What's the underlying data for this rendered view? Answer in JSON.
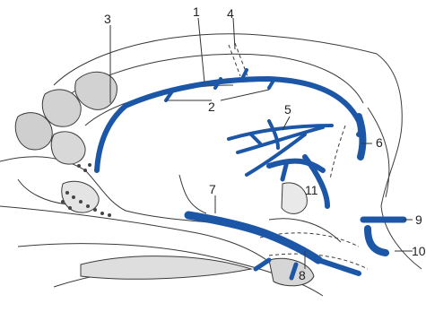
{
  "colors": {
    "vein": "#1c57a7",
    "outline": "#3a3a3a",
    "stipple": "#6a6a6a",
    "label": "#222222"
  },
  "labels": {
    "l1": "1",
    "l2": "2",
    "l3": "3",
    "l4": "4",
    "l5": "5",
    "l6": "6",
    "l7": "7",
    "l8": "8",
    "l9": "9",
    "l10": "10",
    "l11": "11"
  }
}
